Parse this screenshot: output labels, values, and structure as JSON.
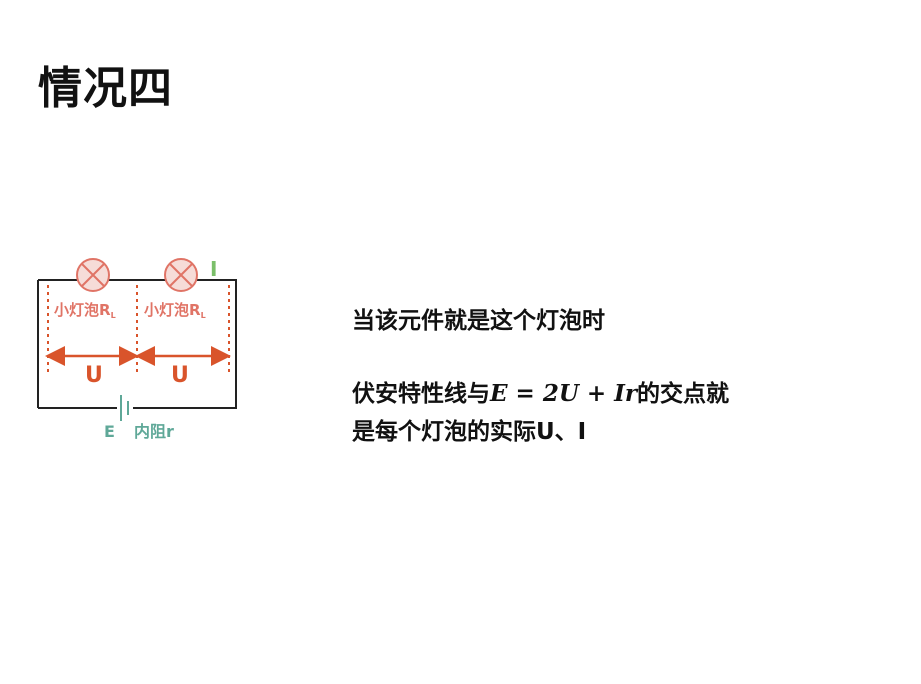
{
  "title": "情况四",
  "diagram": {
    "current_label": "I",
    "bulb_label": "小灯泡",
    "bulb_subscript": "R",
    "bulb_subscript_sub": "L",
    "voltage_label": "U",
    "emf_label": "E",
    "internal_resistance_label": "内阻r",
    "colors": {
      "wire": "#222222",
      "bulb": "#e07466",
      "bulb_fill": "#f6dcd8",
      "voltage": "#d9542b",
      "current": "#7bbf6a",
      "battery": "#5fa898"
    }
  },
  "text": {
    "line1": "当该元件就是这个灯泡时",
    "line2_prefix": "伏安特性线与",
    "line2_equation": "E = 2U + Ir",
    "line2_suffix": "的交点就",
    "line3": "是每个灯泡的实际U、I"
  }
}
